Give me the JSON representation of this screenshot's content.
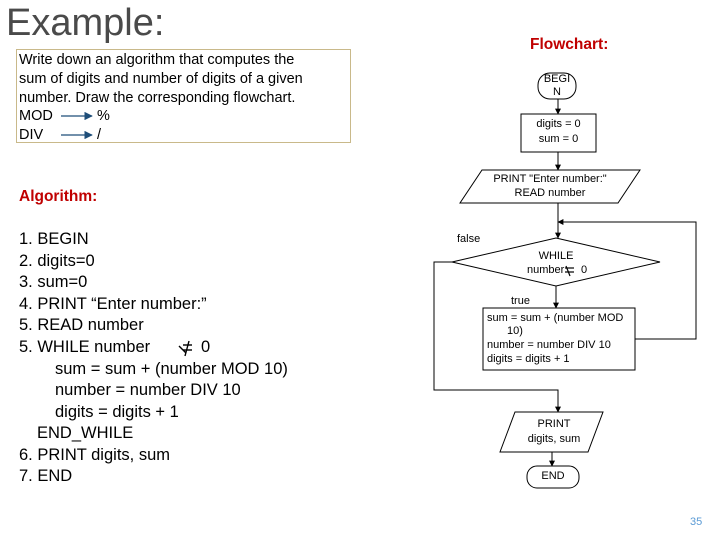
{
  "title": "Example:",
  "problem": {
    "lines": [
      "Write down an algorithm that computes the",
      "sum of digits and number of digits of a given",
      "number. Draw the corresponding flowchart."
    ],
    "mod_label": "MOD",
    "mod_symbol": "%",
    "div_label": "DIV",
    "div_symbol": "/"
  },
  "flowchart_heading": "Flowchart:",
  "algorithm_heading": "Algorithm:",
  "algorithm": {
    "l1": "1. BEGIN",
    "l2": "2. digits=0",
    "l3": "3. sum=0",
    "l4": "4. PRINT “Enter number:”",
    "l5": "5. READ number",
    "l6a": "5.  WHILE number",
    "l6b": "0",
    "l7": "sum = sum + (number MOD 10)",
    "l8": "number = number DIV 10",
    "l9": "digits = digits + 1",
    "l10": "END_WHILE",
    "l11": "6.  PRINT digits, sum",
    "l12": "7.  END"
  },
  "flowchart": {
    "begin_1": "BEGI",
    "begin_2": "N",
    "init_1": "digits = 0",
    "init_2": "sum = 0",
    "io_1": "PRINT \"Enter number:\"",
    "io_2": "READ number",
    "false_label": "false",
    "while_1": "WHILE",
    "while_2a": "number",
    "while_2b": "0",
    "true_label": "true",
    "body_1": "sum = sum + (number MOD",
    "body_2": "10)",
    "body_3": "number = number DIV 10",
    "body_4": "digits = digits + 1",
    "print_1": "PRINT",
    "print_2": "digits, sum",
    "end": "END"
  },
  "slide_number": "35",
  "colors": {
    "heading_red": "#c00000",
    "title_gray": "#4a4a4a",
    "box_border": "#c9b98a",
    "slide_number": "#5b9bd5"
  }
}
